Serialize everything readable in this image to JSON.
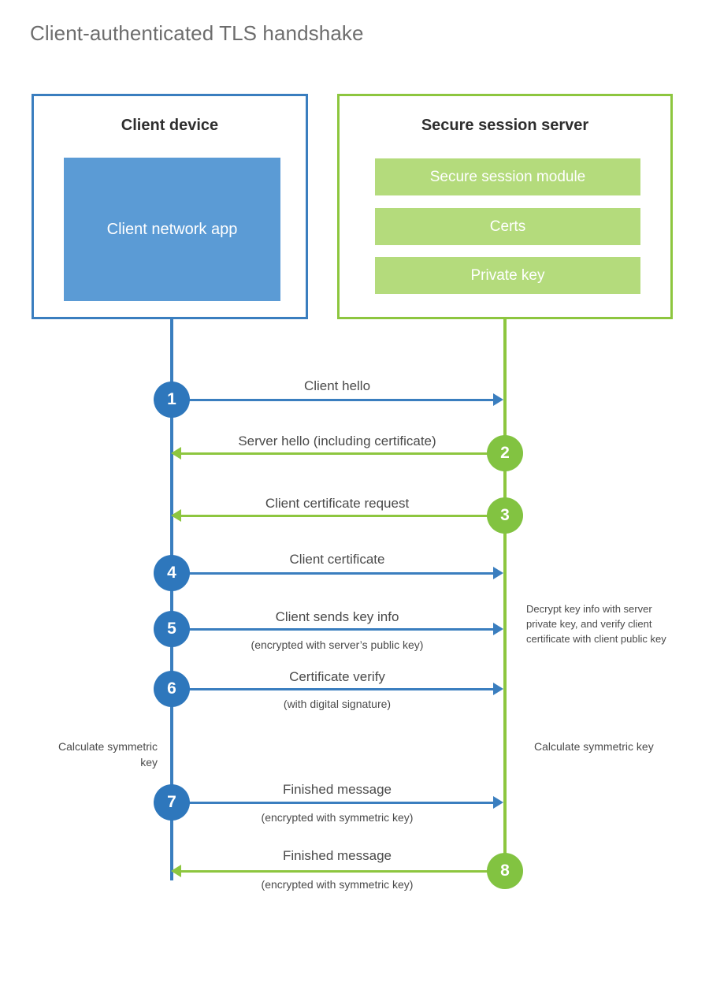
{
  "title": "Client-authenticated TLS handshake",
  "colors": {
    "client_border": "#3A7EBF",
    "client_app_fill": "#5B9BD5",
    "client_circle": "#2E77BC",
    "server_border": "#8DC63F",
    "server_bar_fill": "#B4DB7C",
    "server_circle": "#82C341",
    "text": "#4a4a4a",
    "title_text": "#6d6d6d"
  },
  "actors": {
    "client": {
      "title": "Client device",
      "component": "Client network app"
    },
    "server": {
      "title": "Secure session server",
      "components": [
        "Secure session module",
        "Certs",
        "Private key"
      ]
    }
  },
  "steps": [
    {
      "number": "1",
      "label": "Client hello",
      "sublabel": "",
      "direction": "client-to-server"
    },
    {
      "number": "2",
      "label": "Server hello (including certificate)",
      "sublabel": "",
      "direction": "server-to-client"
    },
    {
      "number": "3",
      "label": "Client certificate request",
      "sublabel": "",
      "direction": "server-to-client"
    },
    {
      "number": "4",
      "label": "Client certificate",
      "sublabel": "",
      "direction": "client-to-server"
    },
    {
      "number": "5",
      "label": "Client sends key info",
      "sublabel": "(encrypted with server’s public key)",
      "direction": "client-to-server"
    },
    {
      "number": "6",
      "label": "Certificate verify",
      "sublabel": "(with digital signature)",
      "direction": "client-to-server"
    },
    {
      "number": "7",
      "label": "Finished message",
      "sublabel": "(encrypted with symmetric key)",
      "direction": "client-to-server"
    },
    {
      "number": "8",
      "label": "Finished message",
      "sublabel": "(encrypted with symmetric key)",
      "direction": "server-to-client"
    }
  ],
  "annotations": {
    "server_decrypt": "Decrypt key info with server private key, and verify client certificate with client public key",
    "client_calculate": "Calculate symmetric key",
    "server_calculate": "Calculate symmetric key"
  }
}
